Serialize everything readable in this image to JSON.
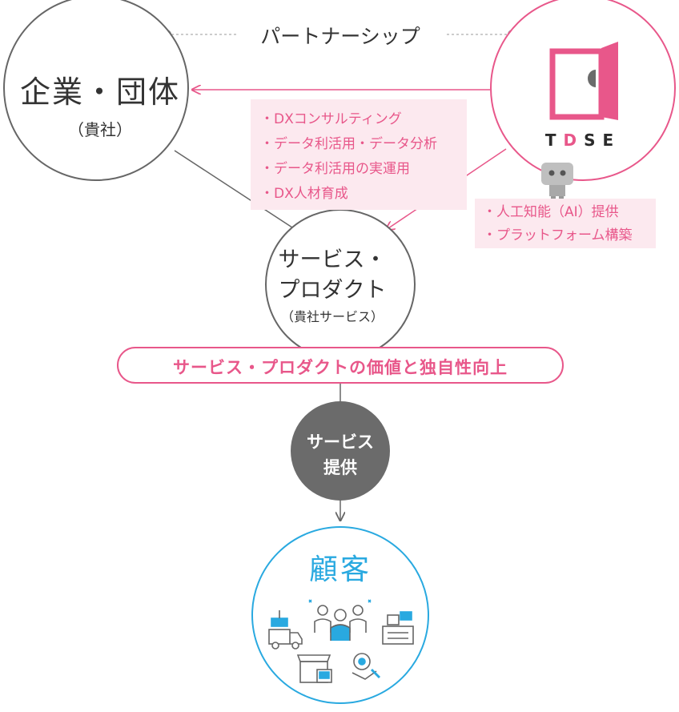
{
  "partnership": {
    "label": "パートナーシップ"
  },
  "company": {
    "title": "企業・団体",
    "subtitle": "（貴社）"
  },
  "tdse": {
    "logo_letters": [
      "T",
      "D",
      "S",
      "E"
    ]
  },
  "tdse_services": {
    "items": [
      "・DXコンサルティング",
      "・データ利活用・データ分析",
      "・データ利活用の実運用",
      "・DX人材育成"
    ]
  },
  "tdse_ai": {
    "items": [
      "・人工知能（AI）提供",
      "・プラットフォーム構築"
    ]
  },
  "service_product": {
    "line1": "サービス・",
    "line2": "プロダクト",
    "subtitle": "（貴社サービス）"
  },
  "value": {
    "label": "サービス・プロダクトの価値と独自性向上"
  },
  "service_provision": {
    "line1": "サービス",
    "line2": "提供"
  },
  "customer": {
    "title": "顧客"
  },
  "colors": {
    "pink": "#e8578a",
    "pink_light": "#fce9ef",
    "blue": "#29a9e0",
    "gray": "#666666",
    "dark_gray": "#6b6b6b"
  }
}
